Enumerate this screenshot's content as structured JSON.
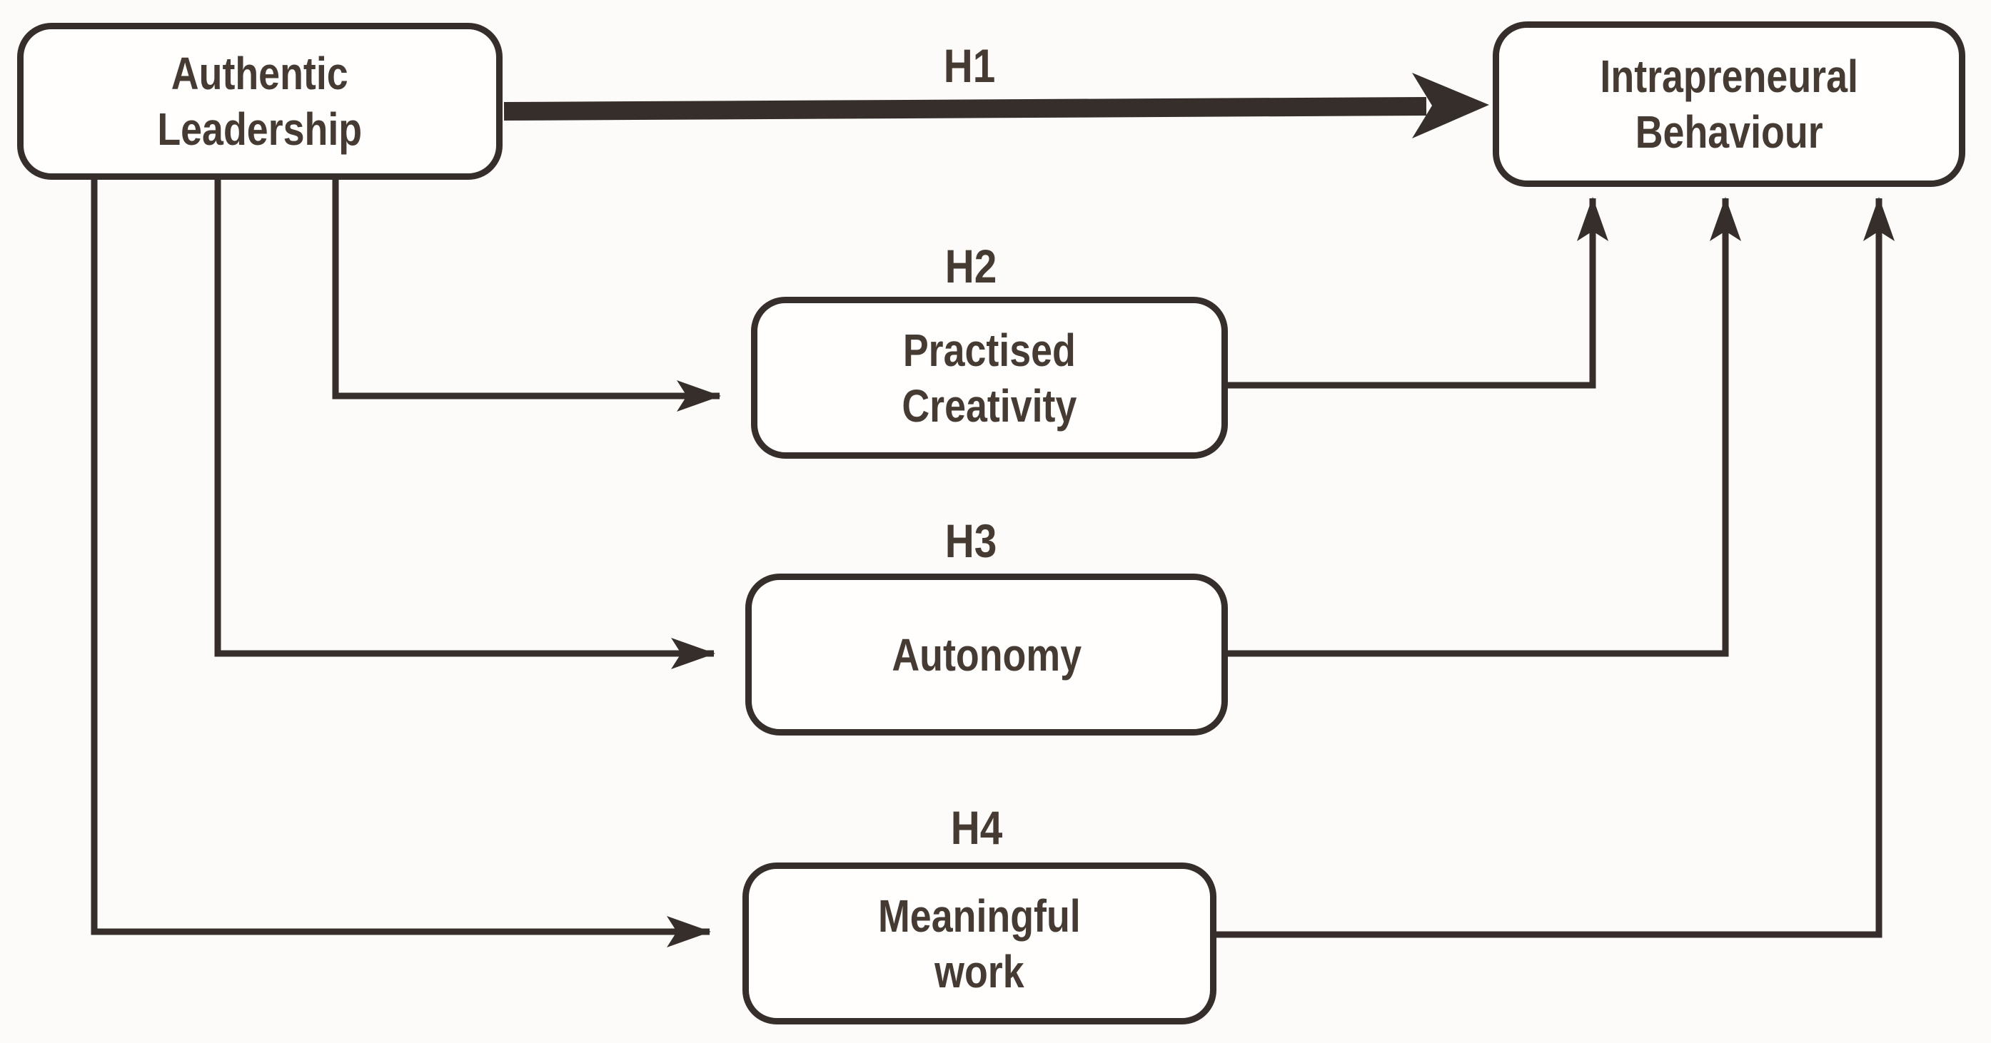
{
  "nodes": {
    "authentic_leadership": {
      "line1": "Authentic",
      "line2": "Leadership"
    },
    "intrapreneural_behaviour": {
      "line1": "Intrapreneural",
      "line2": "Behaviour"
    },
    "practised_creativity": {
      "line1": "Practised",
      "line2": "Creativity"
    },
    "autonomy": {
      "line1": "Autonomy"
    },
    "meaningful_work": {
      "line1": "Meaningful",
      "line2": "work"
    }
  },
  "hypotheses": {
    "h1": "H1",
    "h2": "H2",
    "h3": "H3",
    "h4": "H4"
  },
  "edges": [
    {
      "from": "Authentic Leadership",
      "to": "Intrapreneural Behaviour",
      "label": "H1",
      "style": "thick"
    },
    {
      "from": "Authentic Leadership",
      "to": "Practised Creativity",
      "label": "H2",
      "style": "thin"
    },
    {
      "from": "Authentic Leadership",
      "to": "Autonomy",
      "label": "H3",
      "style": "thin"
    },
    {
      "from": "Authentic Leadership",
      "to": "Meaningful work",
      "label": "H4",
      "style": "thin"
    },
    {
      "from": "Practised Creativity",
      "to": "Intrapreneural Behaviour",
      "label": "",
      "style": "thin"
    },
    {
      "from": "Autonomy",
      "to": "Intrapreneural Behaviour",
      "label": "",
      "style": "thin"
    },
    {
      "from": "Meaningful work",
      "to": "Intrapreneural Behaviour",
      "label": "",
      "style": "thin"
    }
  ],
  "colors": {
    "stroke": "#352e2a",
    "text": "#463b32",
    "bg": "#fcfbf9",
    "boxfill": "#fffefd"
  }
}
